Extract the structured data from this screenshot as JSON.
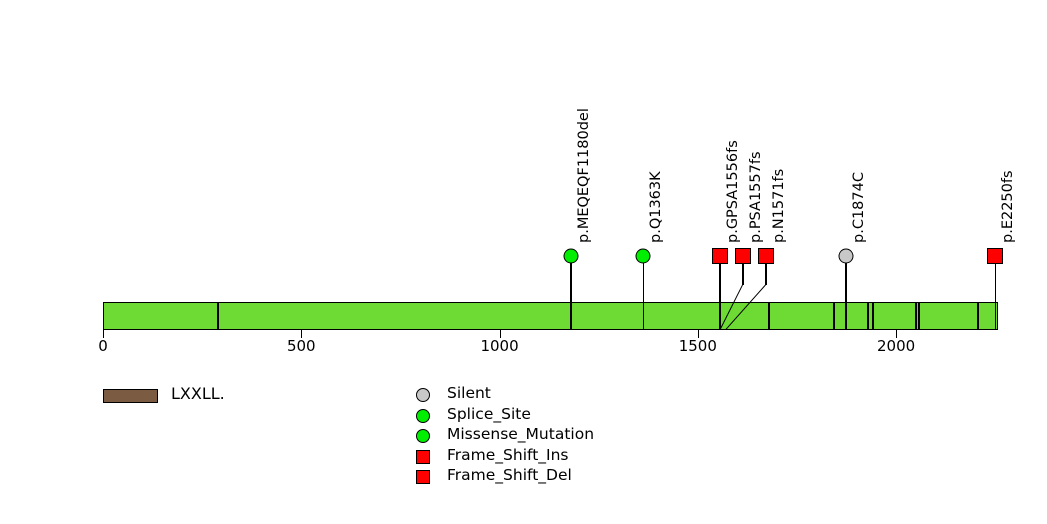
{
  "chart_data": {
    "type": "lollipop",
    "title": "",
    "xlabel": "",
    "ylabel": "",
    "xlim": [
      0,
      2257
    ],
    "axis": {
      "ticks": [
        0,
        500,
        1000,
        1500,
        2000
      ],
      "tick_labels": [
        "0",
        "500",
        "1000",
        "1500",
        "2000"
      ],
      "grid": false
    },
    "protein": {
      "length": 2257,
      "color": "#6EDB35",
      "border_color": "#000000",
      "domain_boundaries": [
        290,
        1680,
        1843,
        1930,
        1943,
        2050,
        2058,
        2207
      ]
    },
    "mutations": [
      {
        "label": "p.MEQEQF1180del",
        "position": 1180,
        "type": "Splice_Site",
        "shape": "circle",
        "color": "#00EE00"
      },
      {
        "label": "p.Q1363K",
        "position": 1363,
        "type": "Missense_Mutation",
        "shape": "circle",
        "color": "#00EE00"
      },
      {
        "label": "p.GPSA1556fs",
        "position": 1556,
        "type": "Frame_Shift_Del",
        "shape": "square",
        "color": "#FF0000"
      },
      {
        "label": "p.PSA1557fs",
        "position": 1557,
        "type": "Frame_Shift_Del",
        "shape": "square",
        "color": "#FF0000"
      },
      {
        "label": "p.N1571fs",
        "position": 1571,
        "type": "Frame_Shift_Ins",
        "shape": "square",
        "color": "#FF0000"
      },
      {
        "label": "p.C1874C",
        "position": 1874,
        "type": "Silent",
        "shape": "circle",
        "color": "#C8C8C8"
      },
      {
        "label": "p.E2250fs",
        "position": 2250,
        "type": "Frame_Shift_Del",
        "shape": "square",
        "color": "#FF0000"
      }
    ],
    "legend": {
      "position": "bottom",
      "domain_entries": [
        {
          "label": "LXXLL.",
          "color": "#7B5B41"
        }
      ],
      "mutation_entries": [
        {
          "label": "Silent",
          "shape": "circle",
          "color": "#C8C8C8"
        },
        {
          "label": "Splice_Site",
          "shape": "circle",
          "color": "#00EE00"
        },
        {
          "label": "Missense_Mutation",
          "shape": "circle",
          "color": "#00EE00"
        },
        {
          "label": "Frame_Shift_Ins",
          "shape": "square",
          "color": "#FF0000"
        },
        {
          "label": "Frame_Shift_Del",
          "shape": "square",
          "color": "#FF0000"
        }
      ]
    }
  }
}
